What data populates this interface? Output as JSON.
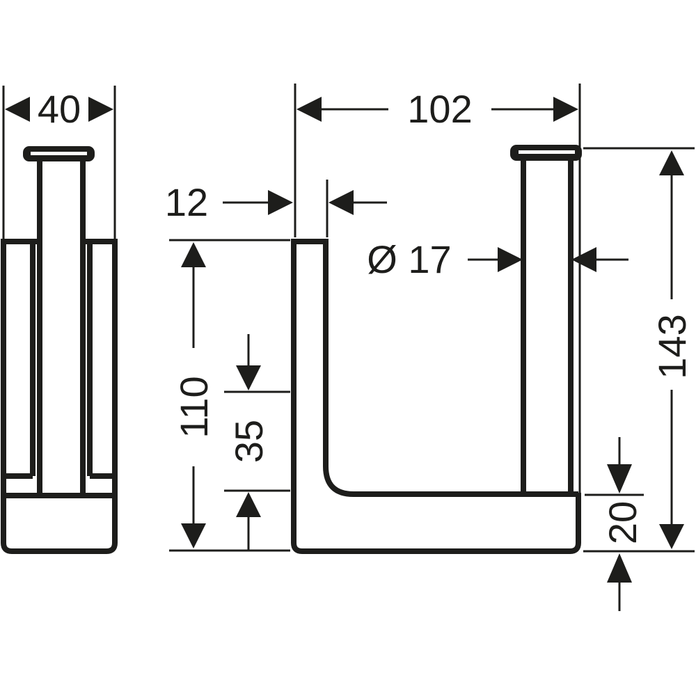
{
  "drawing": {
    "type": "technical-dimension-drawing",
    "background": "#ffffff",
    "line_color": "#1d1d1b",
    "views": {
      "side_view": {
        "width_label": "40"
      },
      "front_view": {
        "width_label": "102",
        "wall_thickness_label": "12",
        "rod_diameter_label": "Ø 17",
        "inner_height_label": "110",
        "roll_offset_label": "35",
        "total_height_label": "143",
        "base_height_label": "20"
      }
    }
  }
}
